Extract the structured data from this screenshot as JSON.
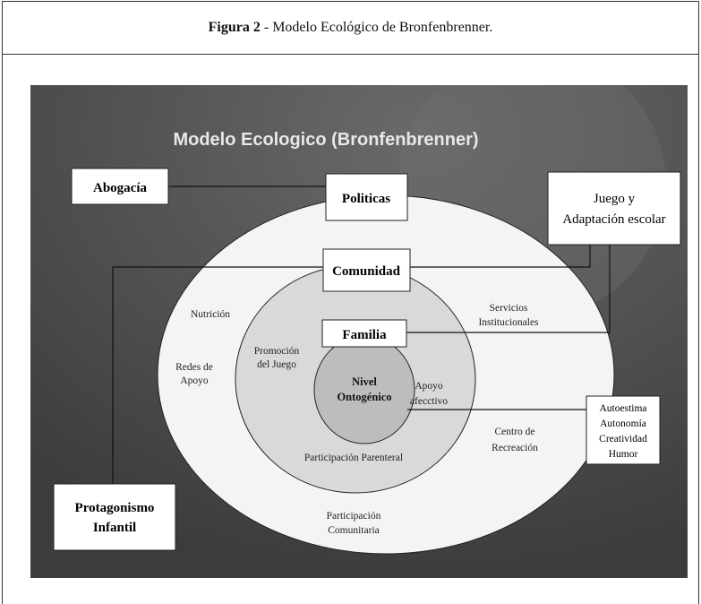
{
  "caption": {
    "figure_label": "Figura 2",
    "separator": " - ",
    "text": "Modelo Ecológico de Bronfenbrenner."
  },
  "diagram": {
    "title": "Modelo Ecologico (Bronfenbrenner)",
    "boxes": {
      "abogacia": "Abogacía",
      "politicas": "Politicas",
      "juego_line1": "Juego y",
      "juego_line2": "Adaptación escolar",
      "comunidad": "Comunidad",
      "familia": "Familia",
      "protagonismo_line1": "Protagonismo",
      "protagonismo_line2": "Infantil",
      "autoestima_line1": "Autoestima",
      "autoestima_line2": "Autonomía",
      "autoestima_line3": "Creatividad",
      "autoestima_line4": "Humor"
    },
    "labels": {
      "nutricion": "Nutrición",
      "redes_line1": "Redes de",
      "redes_line2": "Apoyo",
      "servicios_line1": "Servicios",
      "servicios_line2": "Institucionales",
      "promocion_line1": "Promoción",
      "promocion_line2": "del Juego",
      "nivel_line1": "Nivel",
      "nivel_line2": "Ontogénico",
      "apoyo_line1": "Apoyo",
      "apoyo_line2": "afecctivo",
      "centro_line1": "Centro de",
      "centro_line2": "Recreación",
      "participacion_parenteral": "Participación Parenteral",
      "participacion_com_line1": "Participación",
      "participacion_com_line2": "Comunitaria"
    },
    "colors": {
      "background": "#4a4a4a",
      "outer_ellipse": "#f4f4f4",
      "middle_ellipse": "#d9d9d9",
      "inner_ellipse": "#bdbdbd",
      "box_fill": "#ffffff"
    }
  }
}
